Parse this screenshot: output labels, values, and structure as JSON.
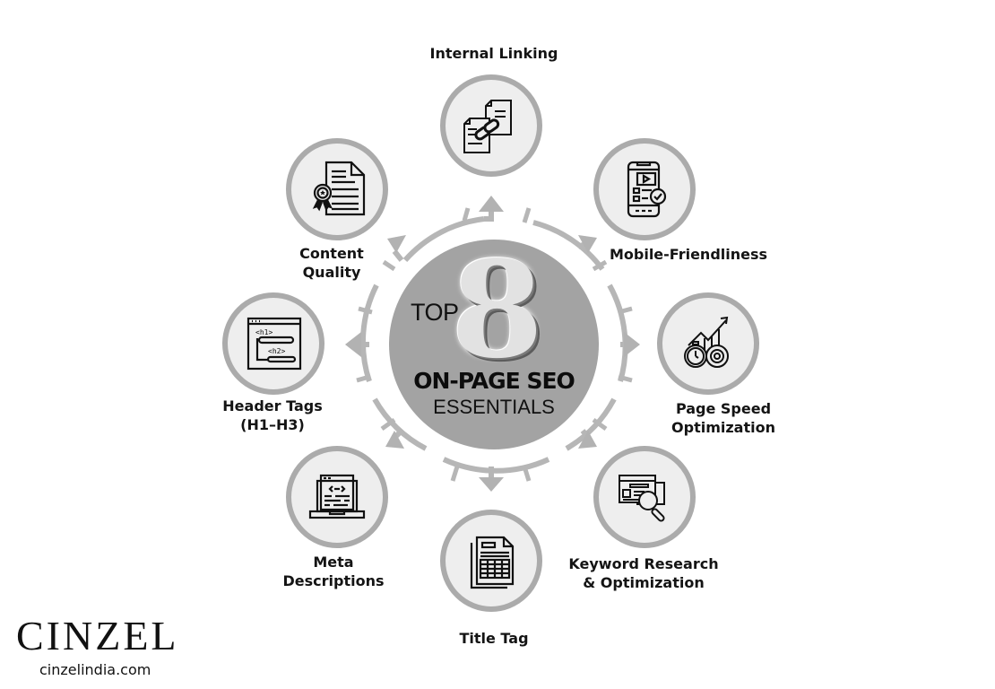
{
  "center": {
    "top_label": "TOP",
    "number": "8",
    "title_line1": "ON-PAGE SEO",
    "title_line2": "ESSENTIALS"
  },
  "nodes": [
    {
      "id": "internal-linking",
      "label_lines": [
        "Internal Linking"
      ],
      "icon": "linked-documents-icon"
    },
    {
      "id": "mobile-friendliness",
      "label_lines": [
        "Mobile-Friendliness"
      ],
      "icon": "mobile-check-icon"
    },
    {
      "id": "page-speed",
      "label_lines": [
        "Page Speed",
        "Optimization"
      ],
      "icon": "stopwatch-gear-growth-icon"
    },
    {
      "id": "keyword-research",
      "label_lines": [
        "Keyword Research",
        "& Optimization"
      ],
      "icon": "browser-magnifier-icon"
    },
    {
      "id": "title-tag",
      "label_lines": [
        "Title Tag"
      ],
      "icon": "document-table-icon"
    },
    {
      "id": "meta-descriptions",
      "label_lines": [
        "Meta",
        "Descriptions"
      ],
      "icon": "laptop-code-icon"
    },
    {
      "id": "header-tags",
      "label_lines": [
        "Header Tags",
        "(H1–H3)"
      ],
      "icon": "browser-h1-h2-icon"
    },
    {
      "id": "content-quality",
      "label_lines": [
        "Content",
        "Quality"
      ],
      "icon": "document-award-icon"
    }
  ],
  "brand": {
    "name": "CINZEL",
    "url": "cinzelindia.com"
  },
  "colors": {
    "center_fill": "#a3a3a3",
    "node_fill": "#eeeeee",
    "node_border": "#ababab",
    "arrow": "#b4b4b4",
    "text": "#141414"
  }
}
